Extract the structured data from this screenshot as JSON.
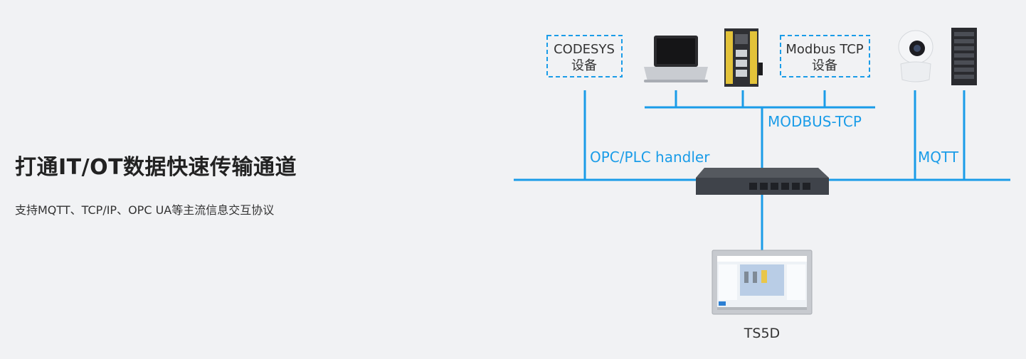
{
  "headline": "打通IT/OT数据快速传输通道",
  "subline": "支持MQTT、TCP/IP、OPC UA等主流信息交互协议",
  "diagram": {
    "codesys_box": {
      "line1": "CODESYS",
      "line2": "设备"
    },
    "modbus_box": {
      "line1": "Modbus TCP",
      "line2": "设备"
    },
    "labels": {
      "modbus_tcp": "MODBUS-TCP",
      "opc_plc": "OPC/PLC handler",
      "mqtt": "MQTT"
    },
    "device_label": "TS5D"
  },
  "colors": {
    "line": "#1a9ce8",
    "background": "#f1f2f4",
    "text": "#222222"
  },
  "icons": [
    "laptop-icon",
    "plc-controller-icon",
    "camera-icon",
    "server-rack-icon",
    "network-switch-icon",
    "hmi-panel-icon"
  ]
}
